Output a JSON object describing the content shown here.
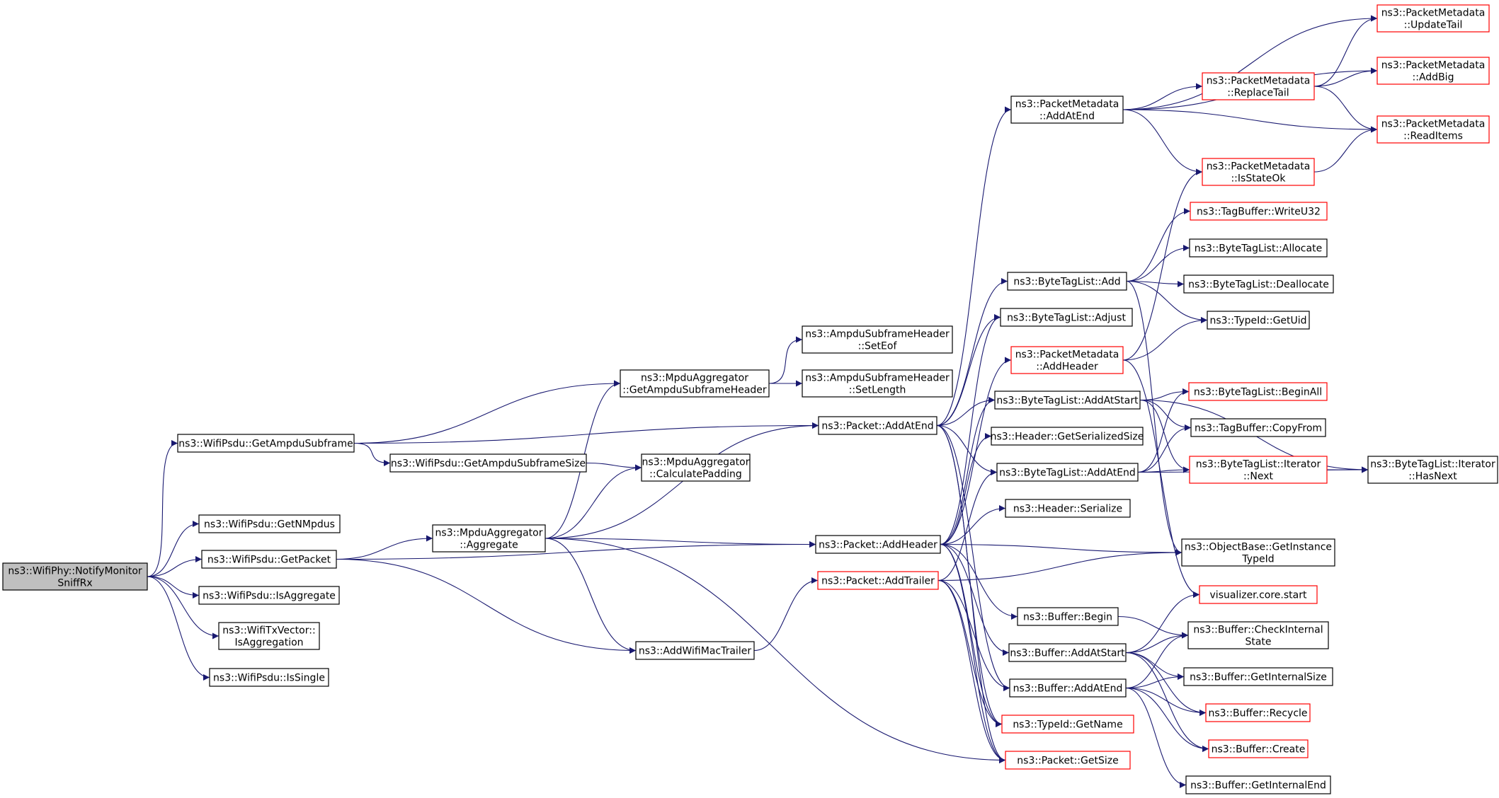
{
  "colors": {
    "edge": "#191970",
    "node_border": "#000000",
    "node_border_undocumented": "#ff0000",
    "root_fill": "#bfbfbf",
    "node_fill": "#ffffff",
    "text": "#000000"
  },
  "nodes": [
    {
      "id": "root",
      "lines": [
        "ns3::WifiPhy::NotifyMonitor",
        "SniffRx"
      ],
      "root": true
    },
    {
      "id": "getAmpduSubframe",
      "lines": [
        "ns3::WifiPsdu::GetAmpduSubframe"
      ]
    },
    {
      "id": "getNMpdus",
      "lines": [
        "ns3::WifiPsdu::GetNMpdus"
      ]
    },
    {
      "id": "getPacket",
      "lines": [
        "ns3::WifiPsdu::GetPacket"
      ]
    },
    {
      "id": "isAggregate",
      "lines": [
        "ns3::WifiPsdu::IsAggregate"
      ]
    },
    {
      "id": "txIsAggregation",
      "lines": [
        "ns3::WifiTxVector::",
        "IsAggregation"
      ]
    },
    {
      "id": "isSingle",
      "lines": [
        "ns3::WifiPsdu::IsSingle"
      ]
    },
    {
      "id": "getAmpduSubframeSize",
      "lines": [
        "ns3::WifiPsdu::GetAmpduSubframeSize"
      ]
    },
    {
      "id": "mpduAggregate",
      "lines": [
        "ns3::MpduAggregator",
        "::Aggregate"
      ]
    },
    {
      "id": "getAmpduSubframeHeader",
      "lines": [
        "ns3::MpduAggregator",
        "::GetAmpduSubframeHeader"
      ]
    },
    {
      "id": "calculatePadding",
      "lines": [
        "ns3::MpduAggregator",
        "::CalculatePadding"
      ]
    },
    {
      "id": "addWifiMacTrailer",
      "lines": [
        "ns3::AddWifiMacTrailer"
      ]
    },
    {
      "id": "setEof",
      "lines": [
        "ns3::AmpduSubframeHeader",
        "::SetEof"
      ]
    },
    {
      "id": "setLength",
      "lines": [
        "ns3::AmpduSubframeHeader",
        "::SetLength"
      ]
    },
    {
      "id": "packetAddAtEnd",
      "lines": [
        "ns3::Packet::AddAtEnd"
      ]
    },
    {
      "id": "packetAddHeader",
      "lines": [
        "ns3::Packet::AddHeader"
      ]
    },
    {
      "id": "packetAddTrailer",
      "lines": [
        "ns3::Packet::AddTrailer"
      ],
      "red": true
    },
    {
      "id": "pmAddAtEnd",
      "lines": [
        "ns3::PacketMetadata",
        "::AddAtEnd"
      ]
    },
    {
      "id": "btlAdd",
      "lines": [
        "ns3::ByteTagList::Add"
      ]
    },
    {
      "id": "btlAdjust",
      "lines": [
        "ns3::ByteTagList::Adjust"
      ]
    },
    {
      "id": "pmAddHeader",
      "lines": [
        "ns3::PacketMetadata",
        "::AddHeader"
      ],
      "red": true
    },
    {
      "id": "btlAddAtStart",
      "lines": [
        "ns3::ByteTagList::AddAtStart"
      ]
    },
    {
      "id": "headerGetSerializedSize",
      "lines": [
        "ns3::Header::GetSerializedSize"
      ]
    },
    {
      "id": "btlAddAtEnd",
      "lines": [
        "ns3::ByteTagList::AddAtEnd"
      ]
    },
    {
      "id": "headerSerialize",
      "lines": [
        "ns3::Header::Serialize"
      ]
    },
    {
      "id": "bufferBegin",
      "lines": [
        "ns3::Buffer::Begin"
      ]
    },
    {
      "id": "bufferAddAtStart",
      "lines": [
        "ns3::Buffer::AddAtStart"
      ]
    },
    {
      "id": "bufferAddAtEnd",
      "lines": [
        "ns3::Buffer::AddAtEnd"
      ]
    },
    {
      "id": "typeIdGetName",
      "lines": [
        "ns3::TypeId::GetName"
      ],
      "red": true
    },
    {
      "id": "packetGetSize",
      "lines": [
        "ns3::Packet::GetSize"
      ],
      "red": true
    },
    {
      "id": "pmReplaceTail",
      "lines": [
        "ns3::PacketMetadata",
        "::ReplaceTail"
      ],
      "red": true
    },
    {
      "id": "pmIsStateOk",
      "lines": [
        "ns3::PacketMetadata",
        "::IsStateOk"
      ],
      "red": true
    },
    {
      "id": "tagBufferWriteU32",
      "lines": [
        "ns3::TagBuffer::WriteU32"
      ],
      "red": true
    },
    {
      "id": "btlAllocate",
      "lines": [
        "ns3::ByteTagList::Allocate"
      ]
    },
    {
      "id": "btlDeallocate",
      "lines": [
        "ns3::ByteTagList::Deallocate"
      ]
    },
    {
      "id": "typeIdGetUid",
      "lines": [
        "ns3::TypeId::GetUid"
      ]
    },
    {
      "id": "btlBeginAll",
      "lines": [
        "ns3::ByteTagList::BeginAll"
      ],
      "red": true
    },
    {
      "id": "tagBufferCopyFrom",
      "lines": [
        "ns3::TagBuffer::CopyFrom"
      ]
    },
    {
      "id": "btlIterNext",
      "lines": [
        "ns3::ByteTagList::Iterator",
        "::Next"
      ],
      "red": true
    },
    {
      "id": "objGetInstanceTypeId",
      "lines": [
        "ns3::ObjectBase::GetInstance",
        "TypeId"
      ]
    },
    {
      "id": "vizCoreStart",
      "lines": [
        "visualizer.core.start"
      ],
      "red": true
    },
    {
      "id": "bufferCheckInternalState",
      "lines": [
        "ns3::Buffer::CheckInternal",
        "State"
      ]
    },
    {
      "id": "bufferGetInternalSize",
      "lines": [
        "ns3::Buffer::GetInternalSize"
      ]
    },
    {
      "id": "bufferRecycle",
      "lines": [
        "ns3::Buffer::Recycle"
      ],
      "red": true
    },
    {
      "id": "bufferCreate",
      "lines": [
        "ns3::Buffer::Create"
      ],
      "red": true
    },
    {
      "id": "bufferGetInternalEnd",
      "lines": [
        "ns3::Buffer::GetInternalEnd"
      ]
    },
    {
      "id": "pmUpdateTail",
      "lines": [
        "ns3::PacketMetadata",
        "::UpdateTail"
      ],
      "red": true
    },
    {
      "id": "pmAddBig",
      "lines": [
        "ns3::PacketMetadata",
        "::AddBig"
      ],
      "red": true
    },
    {
      "id": "pmReadItems",
      "lines": [
        "ns3::PacketMetadata",
        "::ReadItems"
      ],
      "red": true
    },
    {
      "id": "btlIterHasNext",
      "lines": [
        "ns3::ByteTagList::Iterator",
        "::HasNext"
      ]
    }
  ],
  "edges": [
    [
      "root",
      "getAmpduSubframe"
    ],
    [
      "root",
      "getNMpdus"
    ],
    [
      "root",
      "getPacket"
    ],
    [
      "root",
      "isAggregate"
    ],
    [
      "root",
      "txIsAggregation"
    ],
    [
      "root",
      "isSingle"
    ],
    [
      "getAmpduSubframe",
      "getAmpduSubframeHeader"
    ],
    [
      "getAmpduSubframe",
      "packetAddAtEnd"
    ],
    [
      "getAmpduSubframe",
      "getAmpduSubframeSize"
    ],
    [
      "getAmpduSubframeSize",
      "calculatePadding"
    ],
    [
      "getPacket",
      "mpduAggregate"
    ],
    [
      "getPacket",
      "packetAddHeader"
    ],
    [
      "getPacket",
      "addWifiMacTrailer"
    ],
    [
      "mpduAggregate",
      "getAmpduSubframeHeader"
    ],
    [
      "mpduAggregate",
      "calculatePadding"
    ],
    [
      "mpduAggregate",
      "packetAddAtEnd"
    ],
    [
      "mpduAggregate",
      "packetAddHeader"
    ],
    [
      "mpduAggregate",
      "addWifiMacTrailer"
    ],
    [
      "mpduAggregate",
      "packetGetSize"
    ],
    [
      "getAmpduSubframeHeader",
      "setEof"
    ],
    [
      "getAmpduSubframeHeader",
      "setLength"
    ],
    [
      "addWifiMacTrailer",
      "packetAddTrailer"
    ],
    [
      "packetAddAtEnd",
      "pmAddAtEnd"
    ],
    [
      "packetAddAtEnd",
      "btlAdd"
    ],
    [
      "packetAddAtEnd",
      "btlAdjust"
    ],
    [
      "packetAddAtEnd",
      "btlAddAtStart"
    ],
    [
      "packetAddAtEnd",
      "btlAddAtEnd"
    ],
    [
      "packetAddAtEnd",
      "bufferAddAtEnd"
    ],
    [
      "packetAddAtEnd",
      "typeIdGetName"
    ],
    [
      "packetAddAtEnd",
      "packetGetSize"
    ],
    [
      "packetAddHeader",
      "btlAdjust"
    ],
    [
      "packetAddHeader",
      "pmAddHeader"
    ],
    [
      "packetAddHeader",
      "btlAddAtStart"
    ],
    [
      "packetAddHeader",
      "headerGetSerializedSize"
    ],
    [
      "packetAddHeader",
      "headerSerialize"
    ],
    [
      "packetAddHeader",
      "bufferBegin"
    ],
    [
      "packetAddHeader",
      "bufferAddAtStart"
    ],
    [
      "packetAddHeader",
      "objGetInstanceTypeId"
    ],
    [
      "packetAddHeader",
      "typeIdGetName"
    ],
    [
      "packetAddHeader",
      "packetGetSize"
    ],
    [
      "packetAddTrailer",
      "btlAddAtEnd"
    ],
    [
      "packetAddTrailer",
      "bufferAddAtEnd"
    ],
    [
      "packetAddTrailer",
      "objGetInstanceTypeId"
    ],
    [
      "packetAddTrailer",
      "typeIdGetName"
    ],
    [
      "packetAddTrailer",
      "packetGetSize"
    ],
    [
      "pmAddAtEnd",
      "pmUpdateTail"
    ],
    [
      "pmAddAtEnd",
      "pmAddBig"
    ],
    [
      "pmAddAtEnd",
      "pmReplaceTail"
    ],
    [
      "pmAddAtEnd",
      "pmReadItems"
    ],
    [
      "pmAddAtEnd",
      "pmIsStateOk"
    ],
    [
      "pmReplaceTail",
      "pmUpdateTail"
    ],
    [
      "pmReplaceTail",
      "pmAddBig"
    ],
    [
      "pmReplaceTail",
      "pmReadItems"
    ],
    [
      "pmIsStateOk",
      "pmReadItems"
    ],
    [
      "btlAdd",
      "tagBufferWriteU32"
    ],
    [
      "btlAdd",
      "btlAllocate"
    ],
    [
      "btlAdd",
      "btlDeallocate"
    ],
    [
      "btlAdd",
      "typeIdGetUid"
    ],
    [
      "btlAdd",
      "objGetInstanceTypeId"
    ],
    [
      "pmAddHeader",
      "pmIsStateOk"
    ],
    [
      "pmAddHeader",
      "typeIdGetUid"
    ],
    [
      "pmAddHeader",
      "vizCoreStart"
    ],
    [
      "btlAddAtStart",
      "btlBeginAll"
    ],
    [
      "btlAddAtStart",
      "tagBufferCopyFrom"
    ],
    [
      "btlAddAtStart",
      "btlIterNext"
    ],
    [
      "btlAddAtStart",
      "btlIterHasNext"
    ],
    [
      "btlAddAtEnd",
      "btlBeginAll"
    ],
    [
      "btlAddAtEnd",
      "tagBufferCopyFrom"
    ],
    [
      "btlAddAtEnd",
      "btlIterNext"
    ],
    [
      "btlAddAtEnd",
      "btlIterHasNext"
    ],
    [
      "btlIterNext",
      "btlIterHasNext"
    ],
    [
      "bufferBegin",
      "bufferCheckInternalState"
    ],
    [
      "bufferAddAtStart",
      "vizCoreStart"
    ],
    [
      "bufferAddAtStart",
      "bufferCheckInternalState"
    ],
    [
      "bufferAddAtStart",
      "bufferGetInternalSize"
    ],
    [
      "bufferAddAtStart",
      "bufferRecycle"
    ],
    [
      "bufferAddAtStart",
      "bufferCreate"
    ],
    [
      "bufferAddAtEnd",
      "bufferCheckInternalState"
    ],
    [
      "bufferAddAtEnd",
      "bufferGetInternalSize"
    ],
    [
      "bufferAddAtEnd",
      "bufferRecycle"
    ],
    [
      "bufferAddAtEnd",
      "bufferCreate"
    ],
    [
      "bufferAddAtEnd",
      "bufferGetInternalEnd"
    ]
  ]
}
